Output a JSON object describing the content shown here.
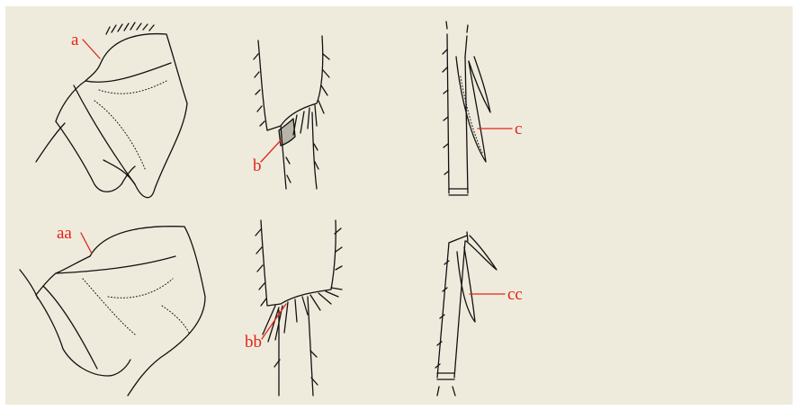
{
  "labels": {
    "a": "a",
    "aa": "aa",
    "b": "b",
    "bb": "bb",
    "c": "c",
    "cc": "cc"
  },
  "colors": {
    "panel_background": "#efebdc",
    "drawing_ink": "#111111",
    "label_red": "#e2231a"
  }
}
